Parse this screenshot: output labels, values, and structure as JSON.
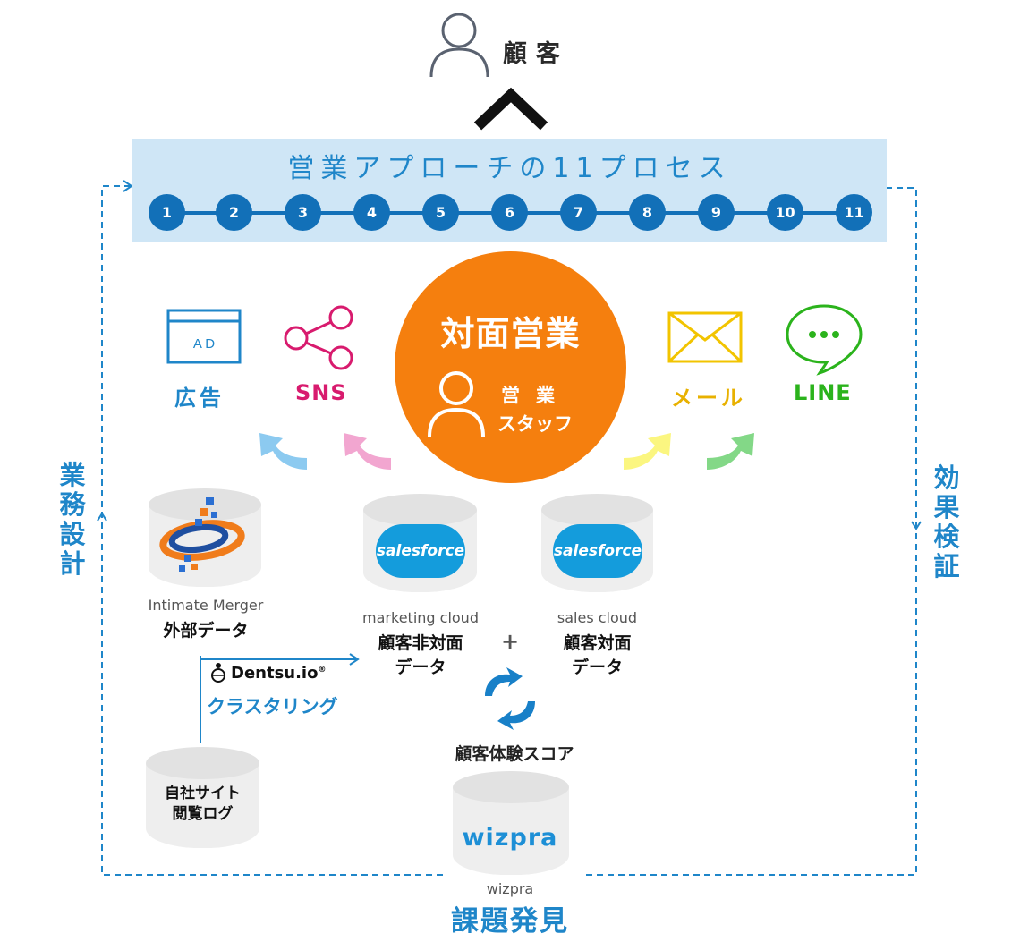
{
  "customer": {
    "label": "顧客"
  },
  "process": {
    "title": "営業アプローチの11プロセス",
    "steps": [
      "1",
      "2",
      "3",
      "4",
      "5",
      "6",
      "7",
      "8",
      "9",
      "10",
      "11"
    ]
  },
  "channels": {
    "ad": {
      "icon_text": "A D",
      "label": "広告",
      "color": "#1f86c9"
    },
    "sns": {
      "label": "SNS",
      "color": "#d81b6e"
    },
    "mail": {
      "label": "メール",
      "color": "#e8b100"
    },
    "line": {
      "label": "LINE",
      "color": "#2bb31c"
    }
  },
  "face_to_face": {
    "title": "対面営業",
    "staff_line1": "営業",
    "staff_line2": "スタッフ",
    "color": "#f57f0e"
  },
  "left_side": {
    "label": "業務設計"
  },
  "right_side": {
    "label": "効果検証"
  },
  "external": {
    "vendor": "Intimate Merger",
    "label": "外部データ"
  },
  "marketing_cloud": {
    "logo": "salesforce",
    "product": "marketing cloud",
    "label_line1": "顧客非対面",
    "label_line2": "データ"
  },
  "sales_cloud": {
    "logo": "salesforce",
    "product": "sales cloud",
    "label_line1": "顧客対面",
    "label_line2": "データ"
  },
  "plus_sign": "+",
  "dentsu": {
    "label": "Dentsu.io",
    "sup": "®",
    "clustering": "クラスタリング"
  },
  "site_log": {
    "line1": "自社サイト",
    "line2": "閲覧ログ"
  },
  "cx_score": {
    "label": "顧客体験スコア"
  },
  "wizpra": {
    "logo": "wizpra",
    "label": "wizpra"
  },
  "bottom": {
    "label": "課題発見"
  },
  "colors": {
    "accent_blue": "#1f86c9",
    "step_blue": "#1270b8",
    "band": "#cfe6f6",
    "salesforce": "#149cdc"
  }
}
